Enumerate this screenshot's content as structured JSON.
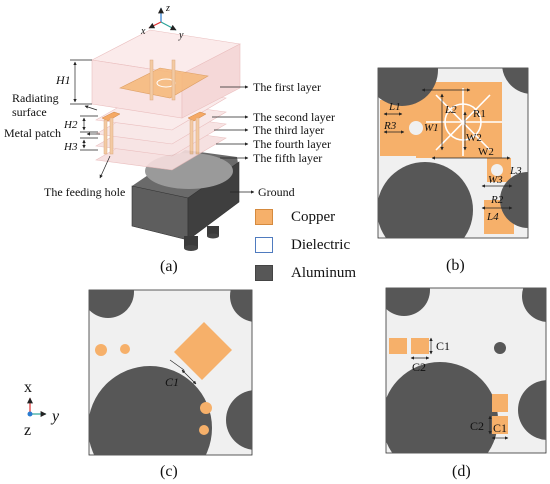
{
  "colors": {
    "copper": "#f6b06a",
    "copper_edge": "#d58a3e",
    "dielectric_edge": "#4f7bbf",
    "aluminum": "#575757",
    "panel_bg": "#f0f0f0",
    "panel_border": "#333333",
    "arrow": "#222222",
    "axis_x": "#e03030",
    "axis_y": "#2aa39a"
  },
  "panel_a": {
    "caption": "(a)",
    "axis_labels": {
      "z": "z",
      "x": "x",
      "y": "y"
    },
    "callouts": {
      "first_layer": "The first layer",
      "second_layer": "The second layer",
      "third_layer": "The third layer",
      "fourth_layer": "The fourth layer",
      "fifth_layer": "The fifth layer",
      "ground": "Ground",
      "radiating_surface_1": "Radiating",
      "radiating_surface_2": "surface",
      "metal_patch": "Metal patch",
      "feeding_hole": "The feeding hole"
    },
    "dims": {
      "h1": "H1",
      "h2": "H2",
      "h3": "H3"
    }
  },
  "legend": {
    "copper": "Copper",
    "dielectric": "Dielectric",
    "aluminum": "Aluminum"
  },
  "panel_b": {
    "caption": "(b)",
    "dims": {
      "l1": "L1",
      "l2": "L2",
      "l3": "L3",
      "l4": "L4",
      "r1": "R1",
      "r2": "R2",
      "r3": "R3",
      "w1": "W1",
      "w2_top": "W2",
      "w2_bottom": "W2",
      "w3": "W3"
    }
  },
  "panel_c": {
    "caption": "(c)",
    "dims": {
      "c1": "C1"
    }
  },
  "panel_d": {
    "caption": "(d)",
    "dims": {
      "c1_top": "C1",
      "c2_top": "C2",
      "c1_bottom": "C1",
      "c2_bottom": "C2"
    }
  },
  "axis_indicator": {
    "x": "x",
    "y": "y",
    "z": "z"
  }
}
